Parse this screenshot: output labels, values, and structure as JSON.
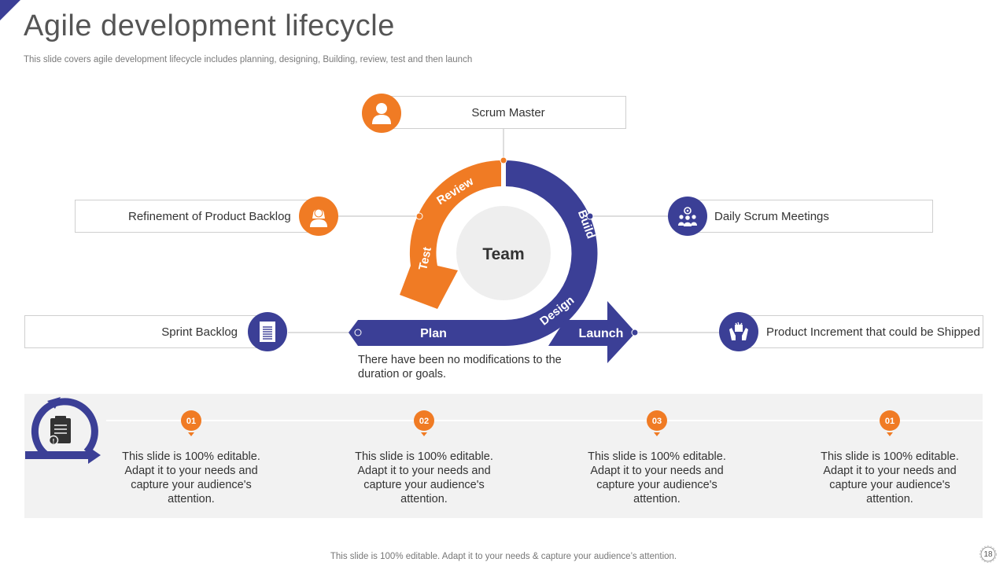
{
  "title": "Agile development lifecycle",
  "subtitle": "This slide covers agile development lifecycle includes planning, designing, Building, review, test and then launch",
  "cycle": {
    "center": "Team",
    "review": "Review",
    "build": "Build",
    "test": "Test",
    "design": "Design",
    "plan": "Plan",
    "launch": "Launch"
  },
  "nodes": {
    "scrum_master": "Scrum Master",
    "refinement": "Refinement of Product Backlog",
    "daily_scrum": "Daily Scrum Meetings",
    "sprint_backlog": "Sprint Backlog",
    "product_increment": "Product Increment that could be Shipped"
  },
  "description": "There have been no modifications to the duration or goals.",
  "steps": [
    {
      "num": "01",
      "text": "This slide is 100% editable. Adapt it to your needs and capture your audience's attention."
    },
    {
      "num": "02",
      "text": "This slide is 100% editable. Adapt it to your needs and capture your audience's attention."
    },
    {
      "num": "03",
      "text": "This slide is 100% editable. Adapt it to your needs and capture your audience's attention."
    },
    {
      "num": "01",
      "text": "This slide is 100% editable. Adapt it to your needs and capture your audience's attention."
    }
  ],
  "footer": "This slide is 100% editable. Adapt it to your needs & capture your audience’s attention.",
  "page_number": "18",
  "colors": {
    "orange": "#f07b24",
    "blue": "#3b3f96",
    "panel": "#f2f2f2"
  },
  "icons": {
    "scrum_master": "person-icon",
    "refinement": "woman-icon",
    "daily_scrum": "team-meeting-icon",
    "sprint_backlog": "document-icon",
    "product_increment": "hands-box-icon",
    "panel": "cycle-clipboard-icon"
  }
}
